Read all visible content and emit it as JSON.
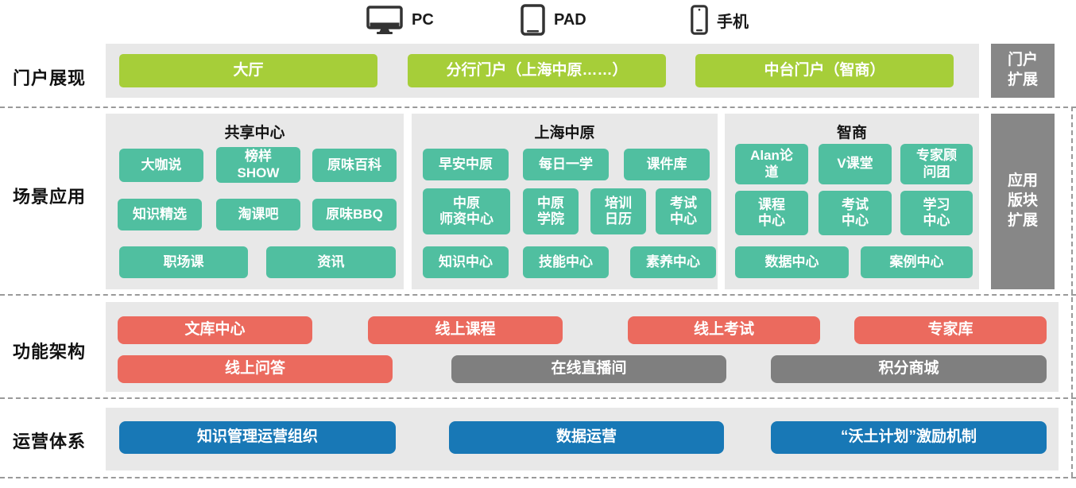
{
  "devices": {
    "pc": "PC",
    "pad": "PAD",
    "phone": "手机"
  },
  "rows": {
    "portal": {
      "label": "门户展现",
      "hall": "大厅",
      "branch": "分行门户（上海中原……）",
      "middle": "中台门户（智商）",
      "extension": "门户\n扩展"
    },
    "scene": {
      "label": "场景应用",
      "extension": "应用\n版块\n扩展",
      "groups": [
        {
          "title": "共享中心",
          "items": [
            "大咖说",
            "榜样\nSHOW",
            "原味百科",
            "知识精选",
            "淘课吧",
            "原味BBQ",
            "职场课",
            "资讯"
          ]
        },
        {
          "title": "上海中原",
          "items": [
            "早安中原",
            "每日一学",
            "课件库",
            "中原\n师资中心",
            "中原\n学院",
            "培训\n日历",
            "考试\n中心",
            "知识中心",
            "技能中心",
            "素养中心"
          ]
        },
        {
          "title": "智商",
          "items": [
            "Alan论\n道",
            "V课堂",
            "专家顾\n问团",
            "课程\n中心",
            "考试\n中心",
            "学习\n中心",
            "数据中心",
            "案例中心"
          ]
        }
      ]
    },
    "function": {
      "label": "功能架构",
      "items": [
        "文库中心",
        "线上课程",
        "线上考试",
        "专家库",
        "线上问答",
        "在线直播间",
        "积分商城"
      ]
    },
    "operation": {
      "label": "运营体系",
      "items": [
        "知识管理运营组织",
        "数据运营",
        "“沃土计划”激励机制"
      ]
    }
  },
  "colors": {
    "lime": "#a6ce39",
    "teal": "#50bfa0",
    "red": "#eb6a5e",
    "gray_button": "#7f7f7f",
    "blue": "#1878b6",
    "panel_gray": "#e8e8e8",
    "extension_gray": "#878787"
  }
}
